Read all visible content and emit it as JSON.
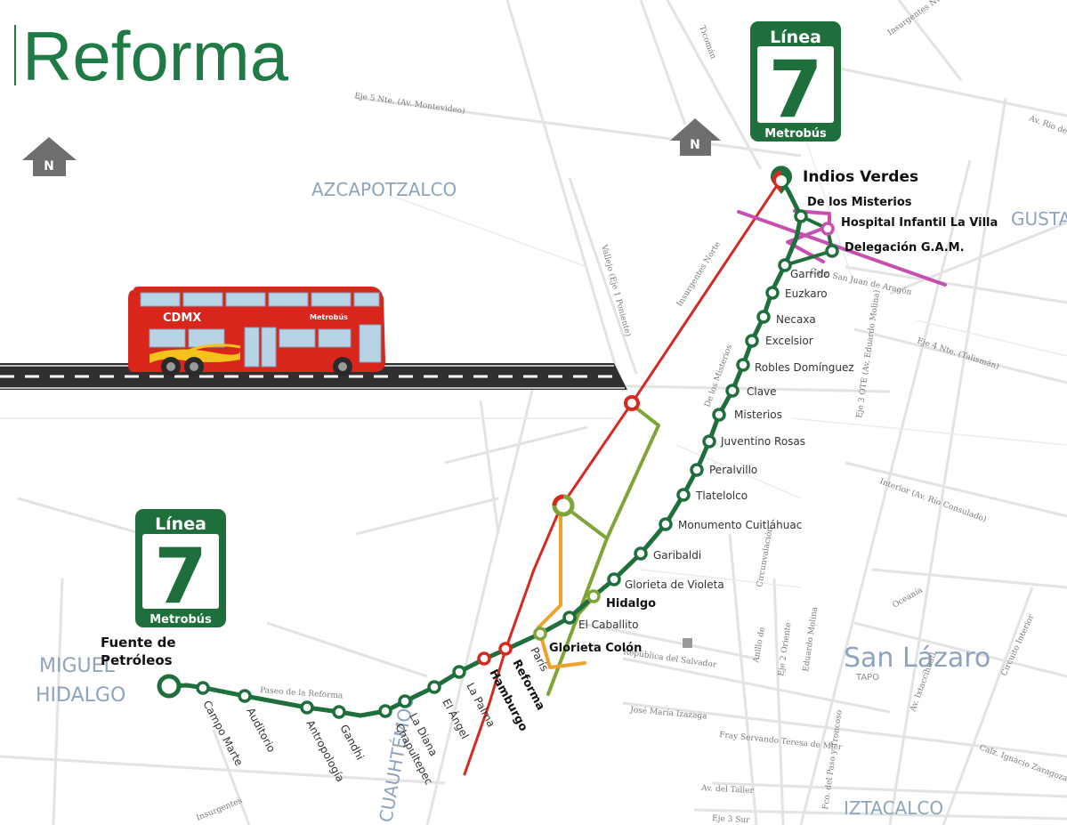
{
  "title": "Reforma",
  "colors": {
    "line7": "#1f6f3d",
    "red_line": "#d42a20",
    "olive_line": "#7fa53a",
    "orange_line": "#f0a12b",
    "magenta_line": "#c84fb0",
    "title_green": "#1f7a45"
  },
  "badge_top": {
    "line": "Línea",
    "number": "7",
    "brand": "Metrobús"
  },
  "badge_left": {
    "line": "Línea",
    "number": "7",
    "brand": "Metrobús"
  },
  "north_left": "N",
  "north_right": "N",
  "bus": {
    "brand": "CDMX",
    "operator": "Metrobús"
  },
  "districts": {
    "azcapotzalco": "AZCAPOTZALCO",
    "gustavo": "GUSTAV",
    "miguel": "MIGUEL",
    "hidalgo": "HIDALGO",
    "san_lazaro": "San Lázaro",
    "tapo": "TAPO",
    "iztacalco": "IZTACALCO",
    "cuauhtemoc": "CUAUHTÉMOC"
  },
  "streets": {
    "eje5": "Eje 5 Nte. (Av. Montevideo)",
    "ticoman": "Ticomán",
    "insurgentes_top": "Insurgentes Nte.",
    "rio": "Av. Rio de",
    "vallejo": "Vallejo (Eje 1 Poniente)",
    "insurgentes_norte": "Insurgentes Norte",
    "calz_san_juan": "Calz. San Juan de Aragón",
    "eje4": "Eje 4 Nte. (Talismán)",
    "de_los_misterios": "De los Misterios",
    "eje3": "Eje 3 OTE (Av. Eduardo Molina)",
    "interior": "Interior (Av. Río Consulado)",
    "circunvalacion": "Circunvalación",
    "oceania": "Oceanía",
    "circuito_interior": "Circuito Interior",
    "anillo": "Anillo de",
    "eje2": "Eje 2 Oriente",
    "eduardo_molina": "Eduardo Molina",
    "republica": "República del Salvador",
    "jose_maria": "José María Izazaga",
    "fray": "Fray Servando Teresa de Mier",
    "calz_ignacio": "Calz. Ignacio Zaragoza",
    "fco_paso": "Fco. del Paso y Troncoso",
    "av_taller": "Av. del Taller",
    "eje3sur": "Eje 3 Sur",
    "paseo_reforma": "Paseo de la Reforma",
    "insurgentes_bottom": "Insurgentes",
    "ixtacihuatl": "Av. Ixtaccíhuatl"
  },
  "stations": [
    {
      "name": "Fuente de",
      "name2": "Petróleos",
      "style": "terminal"
    },
    {
      "name": "Campo Marte",
      "style": "rotated"
    },
    {
      "name": "Auditorio",
      "style": "rotated"
    },
    {
      "name": "Antropología",
      "style": "rotated"
    },
    {
      "name": "Gandhi",
      "style": "rotated"
    },
    {
      "name": "Chapultepec",
      "style": "rotated"
    },
    {
      "name": "La Diana",
      "style": "rotated"
    },
    {
      "name": "El Ángel",
      "style": "rotated"
    },
    {
      "name": "La Palma",
      "style": "rotated"
    },
    {
      "name": "Hamburgo",
      "style": "rotated-bold"
    },
    {
      "name": "Reforma",
      "style": "rotated-bold"
    },
    {
      "name": "París",
      "style": "rotated"
    },
    {
      "name": "Glorieta Colón",
      "style": "bold"
    },
    {
      "name": "El Caballito",
      "style": "normal"
    },
    {
      "name": "Hidalgo",
      "style": "bold"
    },
    {
      "name": "Glorieta de Violeta",
      "style": "normal"
    },
    {
      "name": "Garibaldi",
      "style": "normal"
    },
    {
      "name": "Monumento Cuitláhuac",
      "style": "normal"
    },
    {
      "name": "Tlatelolco",
      "style": "normal"
    },
    {
      "name": "Peralvillo",
      "style": "normal"
    },
    {
      "name": "Juventino Rosas",
      "style": "normal"
    },
    {
      "name": "Misterios",
      "style": "normal"
    },
    {
      "name": "Clave",
      "style": "normal"
    },
    {
      "name": "Robles Domínguez",
      "style": "normal"
    },
    {
      "name": "Excelsior",
      "style": "normal"
    },
    {
      "name": "Necaxa",
      "style": "normal"
    },
    {
      "name": "Euzkaro",
      "style": "normal"
    },
    {
      "name": "Garrido",
      "style": "normal"
    },
    {
      "name": "Delegación G.A.M.",
      "style": "bold"
    },
    {
      "name": "Hospital Infantil La Villa",
      "style": "bold"
    },
    {
      "name": "De los Misterios",
      "style": "bold"
    },
    {
      "name": "Indios Verdes",
      "style": "terminal"
    }
  ]
}
